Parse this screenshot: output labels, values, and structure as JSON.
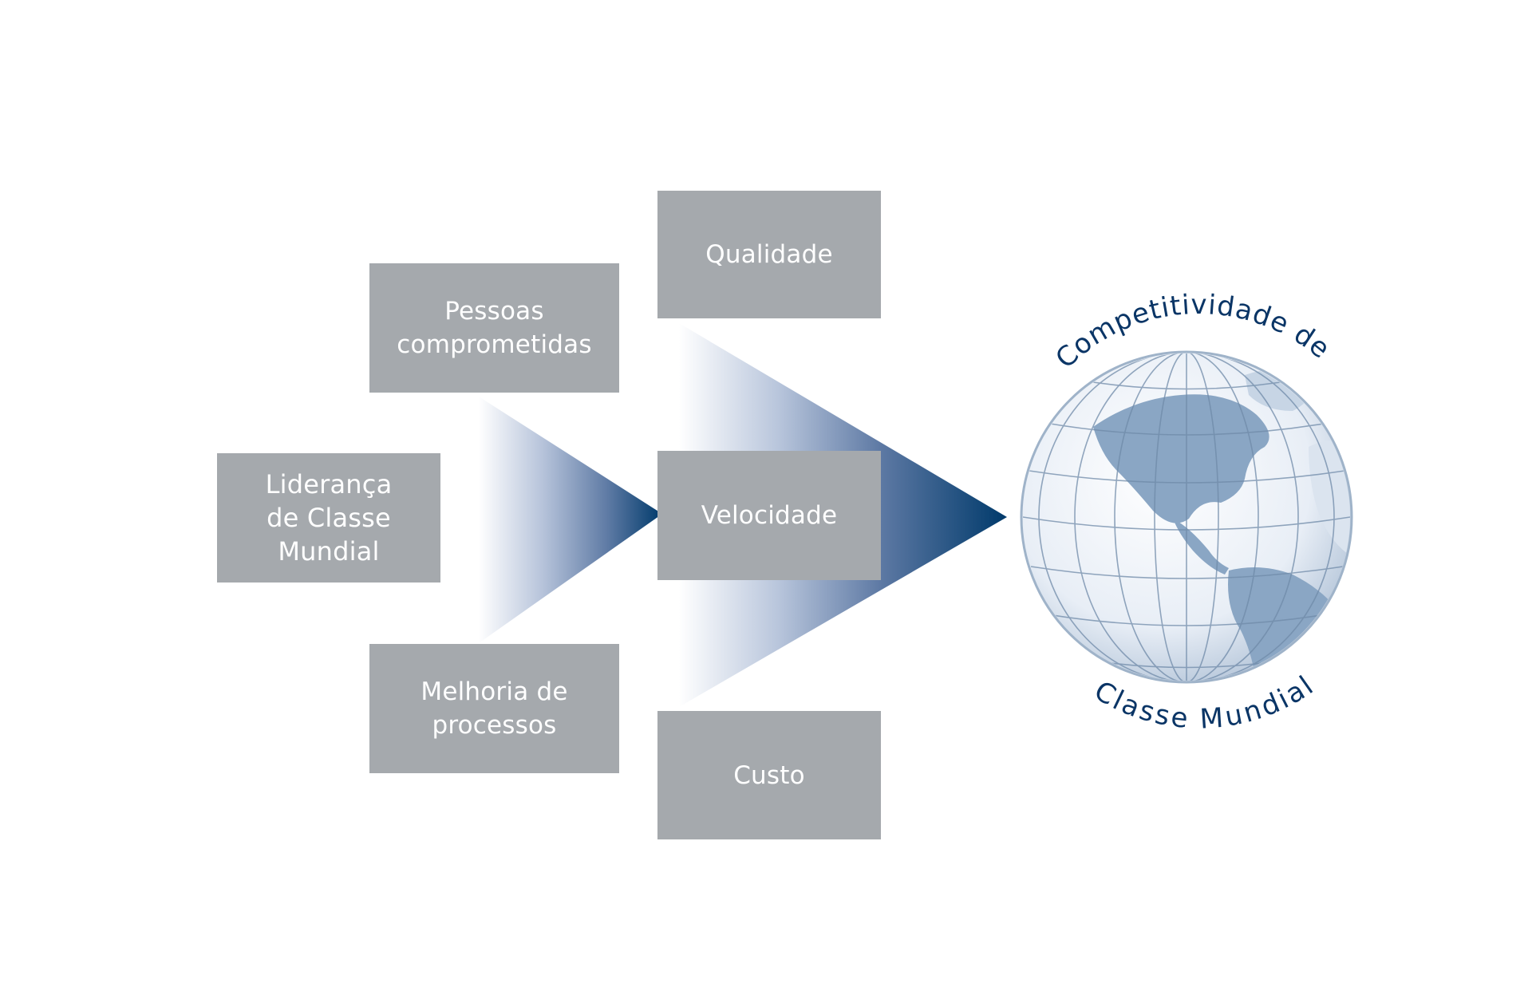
{
  "diagram": {
    "inputs": [
      {
        "id": "pessoas",
        "lines": [
          "Pessoas",
          "comprometidas"
        ]
      },
      {
        "id": "lideranca",
        "lines": [
          "Liderança",
          "de Classe",
          "Mundial"
        ]
      },
      {
        "id": "melhoria",
        "lines": [
          "Melhoria de",
          "processos"
        ]
      }
    ],
    "outcomes": [
      {
        "id": "qualidade",
        "lines": [
          "Qualidade"
        ]
      },
      {
        "id": "velocidade",
        "lines": [
          "Velocidade"
        ]
      },
      {
        "id": "custo",
        "lines": [
          "Custo"
        ]
      }
    ],
    "goal": {
      "arc_top": "Competitividade de",
      "arc_bottom": "Classe Mundial",
      "icon": "globe-americas-icon"
    },
    "colors": {
      "box_fill": "#a5a9ad",
      "box_text": "#ffffff",
      "arrow_dark": "#003a6b",
      "arrow_light": "#ffffff",
      "goal_text": "#0a3566",
      "globe_ocean": "#f1f5fa",
      "globe_land": "#8aa6c4",
      "globe_grid": "#6f8aa8"
    }
  }
}
